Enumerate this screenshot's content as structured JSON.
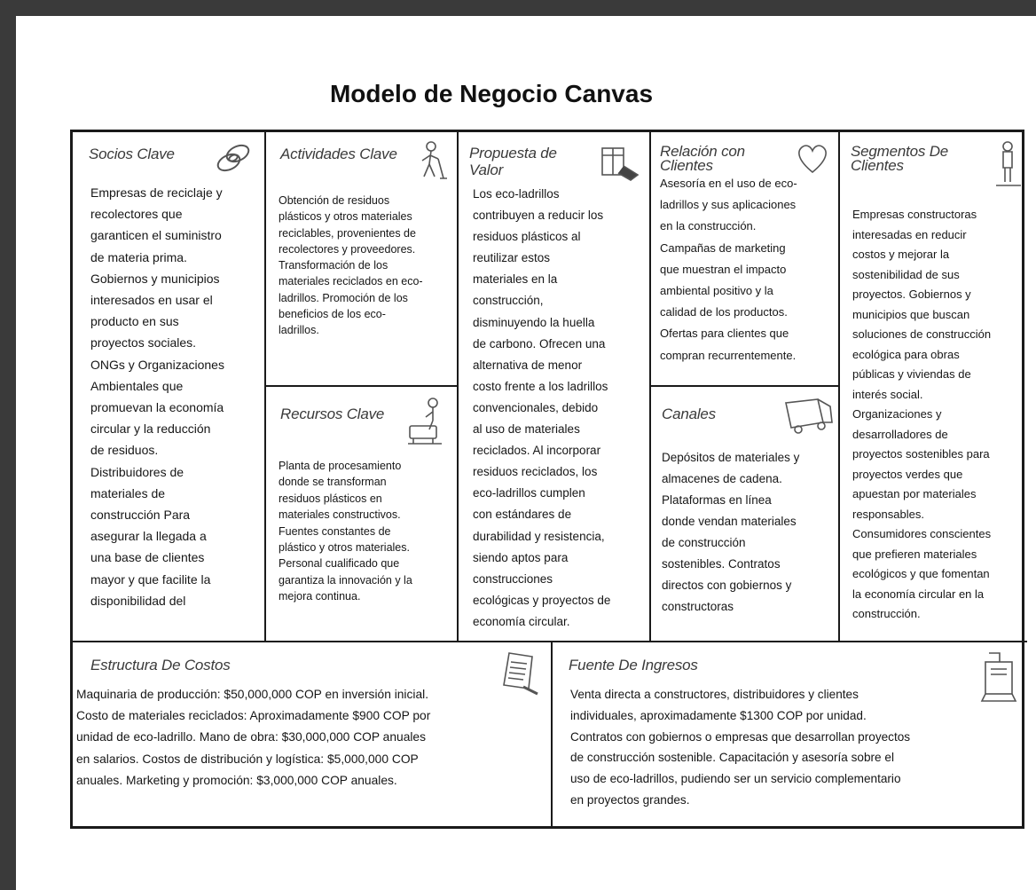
{
  "title": "Modelo de Negocio Canvas",
  "blocks": {
    "socios": {
      "title": "Socios Clave",
      "icon": "chain-link-icon",
      "lines": [
        "Empresas de reciclaje y",
        "recolectores que",
        "garanticen el suministro",
        "de materia prima.",
        "Gobiernos y municipios",
        "interesados en usar el",
        "producto en sus",
        "proyectos sociales.",
        "ONGs y Organizaciones",
        "Ambientales que",
        "promuevan la economía",
        "circular y la reducción",
        "de residuos.",
        "Distribuidores de",
        "materiales de",
        "construcción Para",
        "asegurar la llegada a",
        "una base de clientes",
        "mayor y que facilite la",
        "disponibilidad del"
      ]
    },
    "actividades": {
      "title": "Actividades Clave",
      "icon": "worker-icon",
      "lines": [
        "Obtención de residuos",
        "plásticos y otros materiales",
        "reciclables, provenientes de",
        "recolectores y proveedores.",
        "Transformación de los",
        "materiales reciclados en eco-",
        "ladrillos. Promoción de los",
        "beneficios de los eco-",
        "ladrillos."
      ]
    },
    "recursos": {
      "title": "Recursos Clave",
      "icon": "factory-worker-icon",
      "lines": [
        "Planta de procesamiento",
        "donde se transforman",
        "residuos plásticos en",
        "materiales constructivos.",
        "Fuentes constantes de",
        "plástico y otros materiales.",
        "Personal cualificado que",
        "garantiza la innovación y la",
        "mejora continua."
      ]
    },
    "propuesta": {
      "title_lines": [
        "Propuesta de",
        "Valor"
      ],
      "icon": "gift-box-icon",
      "lines": [
        "Los eco-ladrillos",
        "contribuyen a reducir los",
        "residuos plásticos al",
        "reutilizar estos",
        "materiales en la",
        "construcción,",
        "disminuyendo la huella",
        "de carbono. Ofrecen una",
        "alternativa de menor",
        "costo frente a los ladrillos",
        "convencionales, debido",
        "al uso de materiales",
        "reciclados. Al incorporar",
        "residuos reciclados, los",
        "eco-ladrillos cumplen",
        "con estándares de",
        "durabilidad y resistencia,",
        "siendo aptos para",
        "construcciones",
        "ecológicas y proyectos de",
        "economía circular."
      ]
    },
    "relacion": {
      "title_lines": [
        "Relación con",
        "Clientes"
      ],
      "icon": "heart-icon",
      "lines": [
        "Asesoría en el uso de eco-",
        "ladrillos y sus aplicaciones",
        "en la construcción.",
        "Campañas de marketing",
        "que muestran el impacto",
        "ambiental positivo y la",
        "calidad de los productos.",
        "Ofertas para clientes que",
        "compran recurrentemente."
      ]
    },
    "canales": {
      "title": "Canales",
      "icon": "delivery-truck-icon",
      "lines": [
        "Depósitos de materiales y",
        "almacenes de cadena.",
        "Plataformas en línea",
        "donde vendan materiales",
        "de construcción",
        "sostenibles. Contratos",
        "directos con gobiernos y",
        "constructoras"
      ]
    },
    "segmentos": {
      "title_lines": [
        "Segmentos De",
        "Clientes"
      ],
      "icon": "person-icon",
      "lines": [
        "Empresas constructoras",
        "interesadas en reducir",
        "costos y mejorar la",
        "sostenibilidad de sus",
        "proyectos. Gobiernos y",
        "municipios que buscan",
        "soluciones de construcción",
        "ecológica para obras",
        "públicas y viviendas de",
        "interés social.",
        "Organizaciones y",
        "desarrolladores de",
        "proyectos sostenibles para",
        "proyectos verdes que",
        "apuestan por materiales",
        "responsables.",
        "Consumidores conscientes",
        "que prefieren materiales",
        "ecológicos y que fomentan",
        "la economía circular en la",
        "construcción."
      ]
    },
    "costos": {
      "title": "Estructura De Costos",
      "icon": "receipt-icon",
      "lines": [
        "Maquinaria de producción: $50,000,000 COP en inversión inicial.",
        "Costo de materiales reciclados: Aproximadamente $900 COP por",
        "unidad de eco-ladrillo. Mano de obra: $30,000,000 COP anuales",
        "en salarios. Costos de distribución y logística: $5,000,000 COP",
        "anuales. Marketing y promoción: $3,000,000 COP anuales."
      ]
    },
    "ingresos": {
      "title": "Fuente De Ingresos",
      "icon": "cash-register-icon",
      "lines": [
        "Venta directa a constructores, distribuidores y clientes",
        "individuales, aproximadamente $1300 COP por unidad.",
        "Contratos con gobiernos o empresas que desarrollan proyectos",
        "de construcción sostenible. Capacitación y asesoría sobre el",
        "uso de eco-ladrillos, pudiendo ser un servicio complementario",
        "en proyectos grandes."
      ]
    }
  }
}
